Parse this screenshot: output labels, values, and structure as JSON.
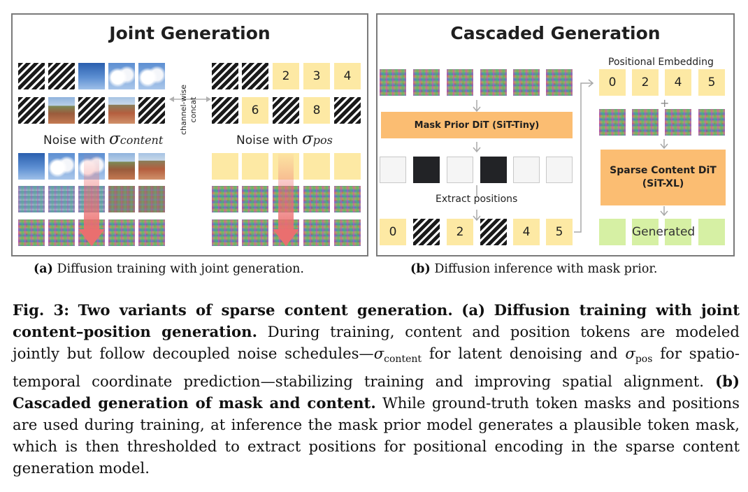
{
  "panel_a": {
    "title": "Joint Generation",
    "concat_label_1": "channel-wise",
    "concat_label_2": "concat",
    "noise_content_label": "Noise with",
    "noise_content_symbol": "σ",
    "noise_content_sub": "content",
    "noise_pos_label": "Noise with",
    "noise_pos_symbol": "σ",
    "noise_pos_sub": "pos",
    "pos_row1": [
      "2",
      "3",
      "4"
    ],
    "pos_row2": [
      "6",
      "8"
    ]
  },
  "panel_b": {
    "title": "Cascaded Generation",
    "mask_prior_label": "Mask Prior DiT (SiT-Tiny)",
    "extract_label": "Extract positions",
    "positions": [
      "0",
      "2",
      "4",
      "5"
    ],
    "positional_embedding_label": "Positional Embedding",
    "embedding_values": [
      "0",
      "2",
      "4",
      "5"
    ],
    "plus": "+",
    "sparse_label_1": "Sparse Content DiT",
    "sparse_label_2": "(SiT-XL)",
    "generated_label": "Generated"
  },
  "captions": {
    "a_tag": "(a)",
    "a_text": "Diffusion training with joint generation.",
    "b_tag": "(b)",
    "b_text": "Diffusion inference with mask prior."
  },
  "figure_caption": {
    "fig_label": "Fig. 3:",
    "title": "Two variants of sparse content generation.",
    "a_tag": "(a)",
    "a_title": "Diffusion training with joint content–position generation.",
    "a_text_1": "During training, content and position tokens are modeled jointly but follow decoupled noise schedules—",
    "sigma_content": "σ",
    "sigma_content_sub": "content",
    "a_text_2": "for latent denoising and",
    "sigma_pos": "σ",
    "sigma_pos_sub": "pos",
    "a_text_3": "for spatio-temporal coordinate prediction—stabilizing training and improving spatial alignment.",
    "b_tag": "(b)",
    "b_title": "Cascaded generation of mask and content.",
    "b_text": "While ground-truth token masks and positions are used during training, at inference the mask prior model generates a plausible token mask, which is then thresholded to extract positions for positional encoding in the sparse content generation model."
  },
  "colors": {
    "panel_border": "#7a7a7a",
    "position_yellow": "#fde9a4",
    "dit_orange": "#fbbd72",
    "generated_green": "#d6f0a4",
    "noise_arrow_red": "#ea6f6f"
  }
}
